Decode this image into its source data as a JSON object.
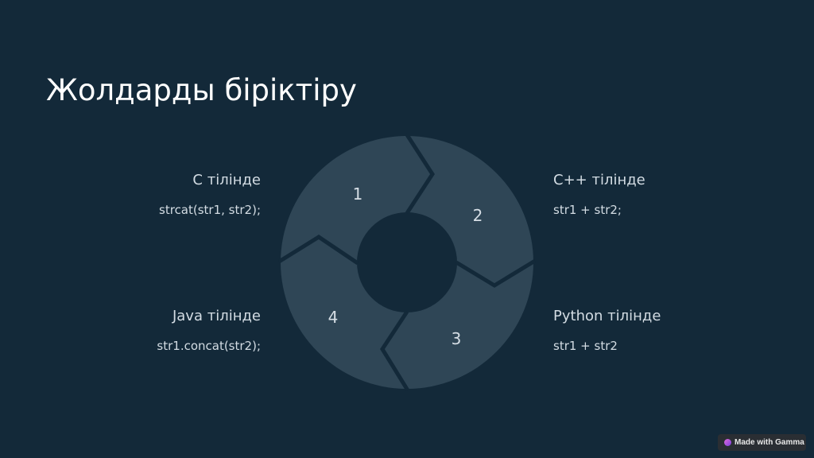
{
  "title": "Жолдарды біріктіру",
  "items": [
    {
      "heading": "C тілінде",
      "code": "strcat(str1, str2);"
    },
    {
      "heading": "C++ тілінде",
      "code": "str1 + str2;"
    },
    {
      "heading": "Python тілінде",
      "code": "str1 + str2"
    },
    {
      "heading": "Java тілінде",
      "code": "str1.concat(str2);"
    }
  ],
  "cycle": {
    "labels": [
      "1",
      "2",
      "3",
      "4"
    ]
  },
  "badge": {
    "label": "Made with Gamma"
  },
  "colors": {
    "background": "#132939",
    "segment": "#2f4656",
    "text": "#d3dce3"
  }
}
